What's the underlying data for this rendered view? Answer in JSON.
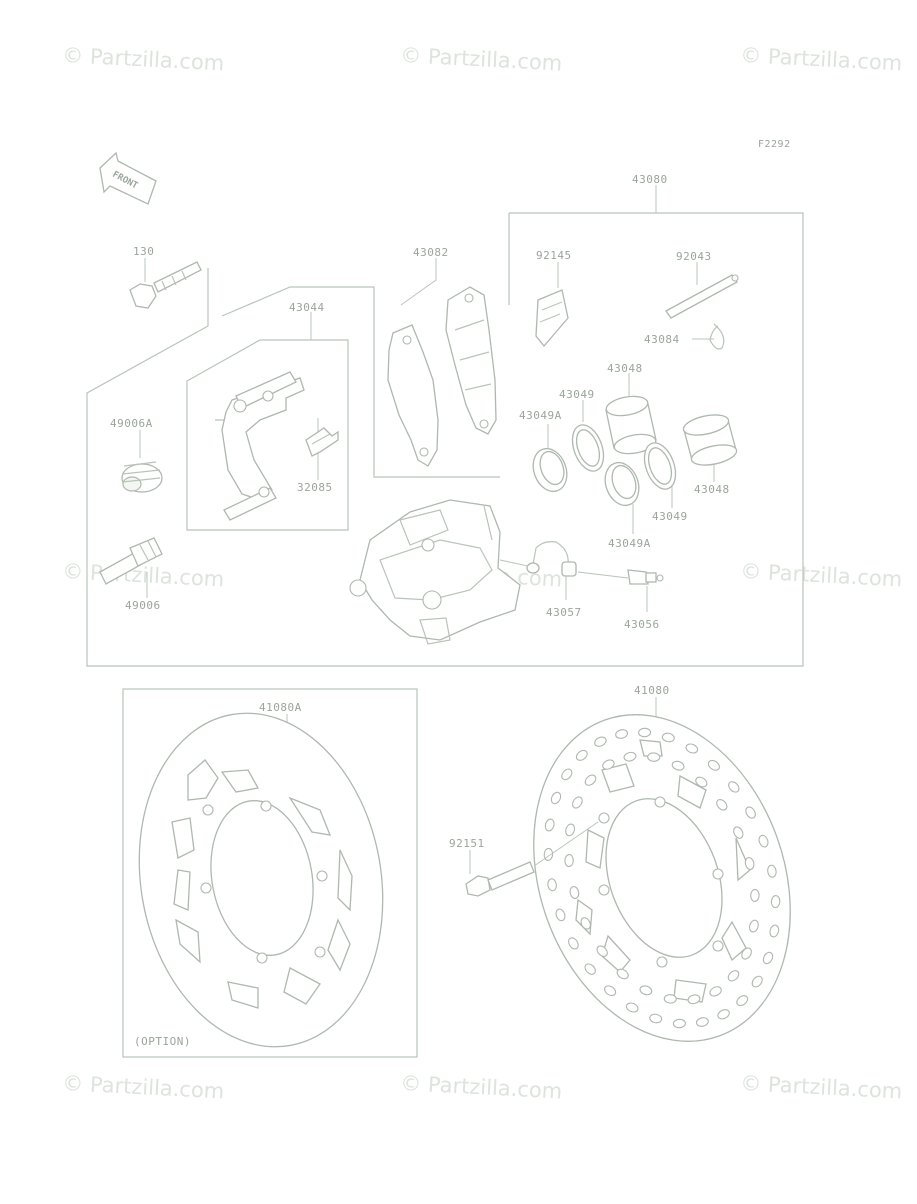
{
  "diagram_code": "F2292",
  "front_label": "FRONT",
  "option_label": "(OPTION)",
  "watermark": "© Partzilla.com",
  "colors": {
    "line": "#b9c4b9",
    "text": "#9aa59a",
    "watermark": "#dde3dd"
  },
  "parts": {
    "p43080": "43080",
    "p130": "130",
    "p43082": "43082",
    "p92145": "92145",
    "p92043": "92043",
    "p43044": "43044",
    "p43084": "43084",
    "p43048a": "43048",
    "p43049a": "43049",
    "p43049Aa": "43049A",
    "p49006A": "49006A",
    "p32085": "32085",
    "p43048b": "43048",
    "p43049b": "43049",
    "p43049Ab": "43049A",
    "p49006": "49006",
    "p43057": "43057",
    "p43056": "43056",
    "p41080A": "41080A",
    "p41080": "41080",
    "p92151": "92151"
  }
}
